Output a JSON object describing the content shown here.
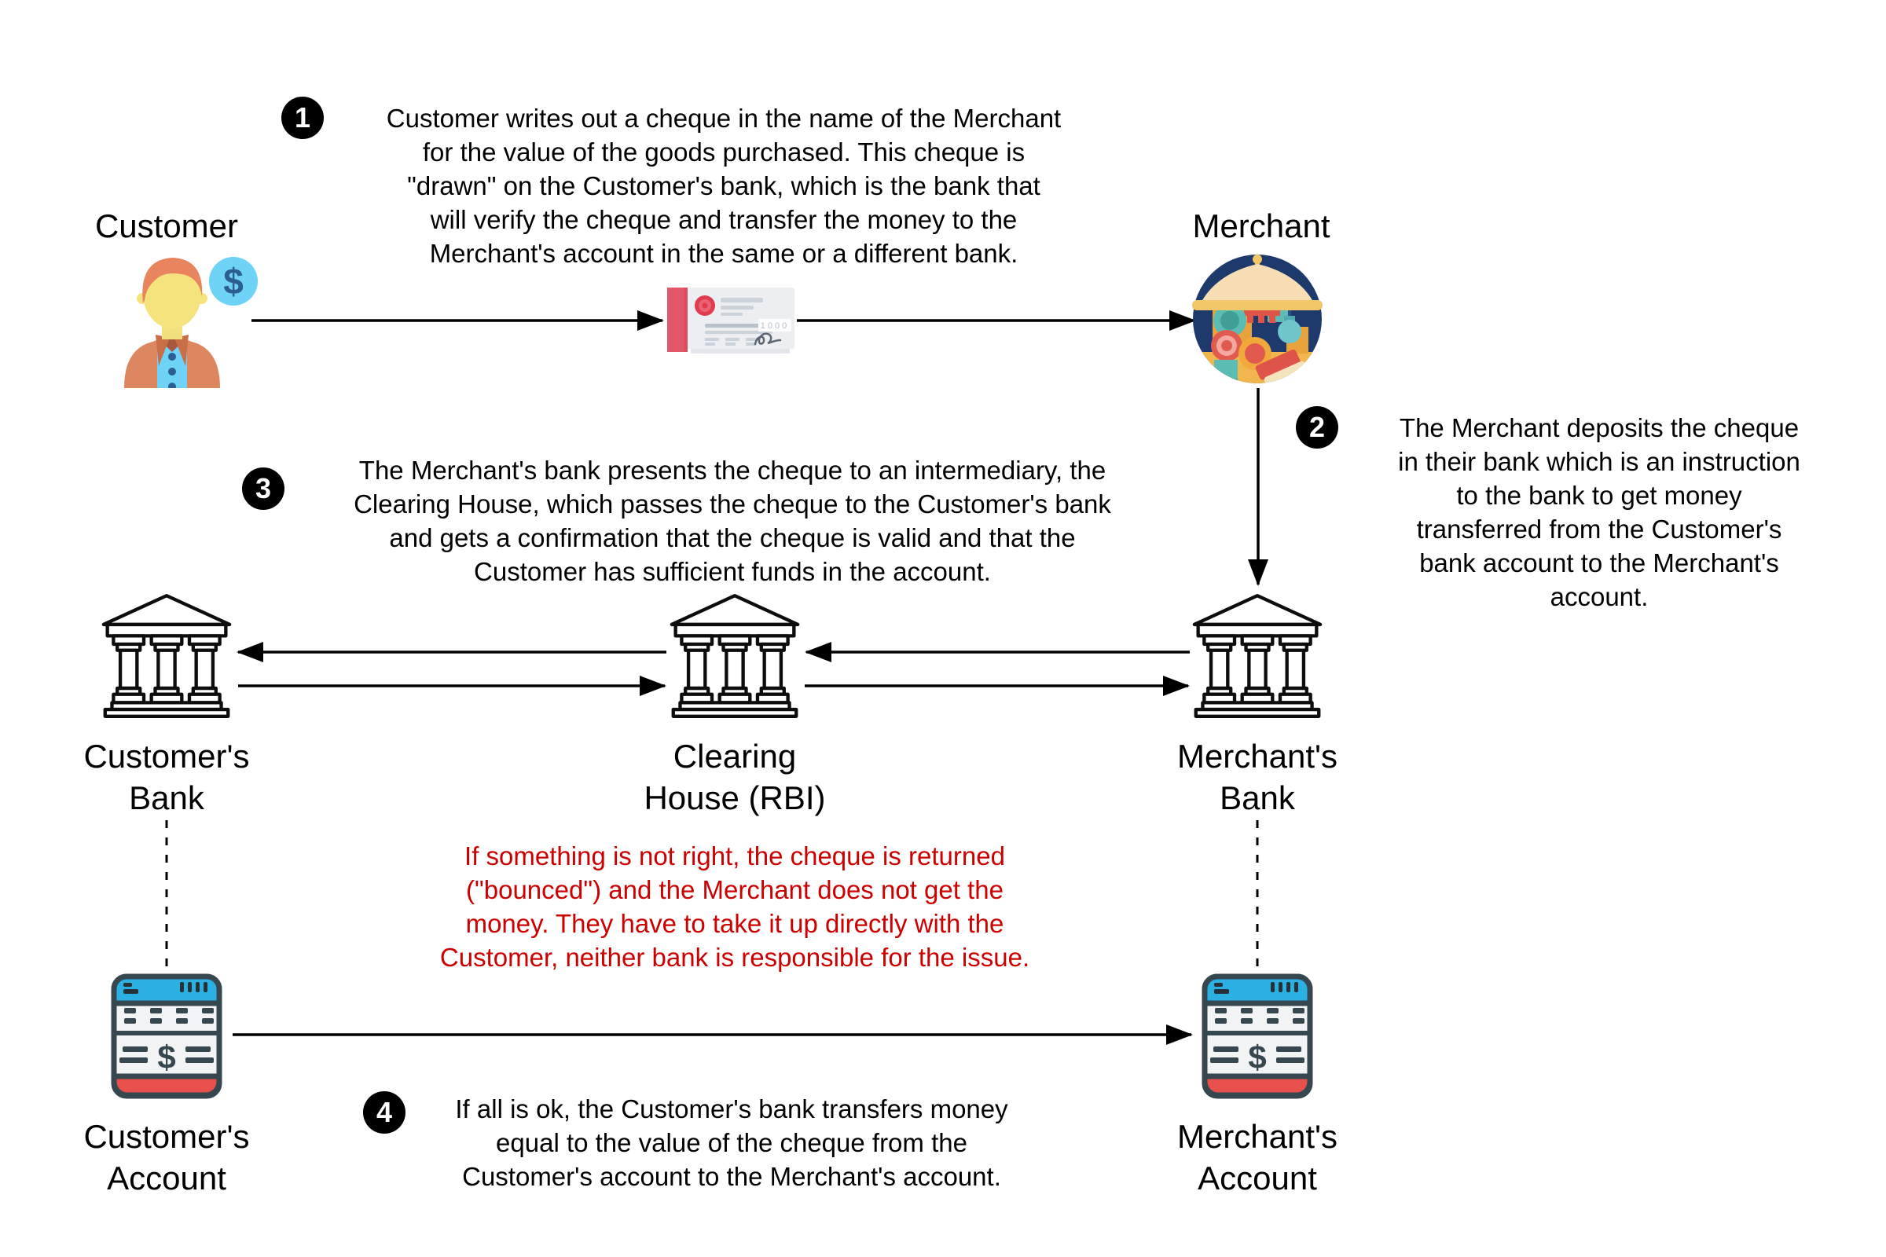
{
  "diagram": {
    "steps": [
      {
        "number": "1",
        "text": "Customer writes out a cheque in the name of the Merchant\nfor the value of the goods purchased. This cheque is\n\"drawn\" on the Customer's bank, which is the bank that\nwill verify the cheque and transfer the money to the\nMerchant's account in the same or a different bank."
      },
      {
        "number": "2",
        "text": "The Merchant deposits the cheque\nin their bank which is an instruction\nto the bank to get money\ntransferred from the Customer's\nbank account to the Merchant's\naccount."
      },
      {
        "number": "3",
        "text": "The Merchant's bank presents the cheque to an intermediary, the\nClearing House, which passes the cheque to the Customer's bank\nand gets a confirmation that the cheque is valid and that the\nCustomer has sufficient funds in the account."
      },
      {
        "number": "4",
        "text": "If all is ok, the Customer's bank transfers money\nequal to the value of the cheque from the\nCustomer's account to the Merchant's account."
      }
    ],
    "warning": {
      "text": "If something is not right, the cheque is returned\n(\"bounced\") and the Merchant does not get the\nmoney. They have to take it up directly with the\nCustomer, neither bank is responsible for the issue.",
      "color": "#CC0000"
    },
    "nodes": {
      "customer": "Customer",
      "merchant": "Merchant",
      "customers_bank": "Customer's\nBank",
      "clearing_house": "Clearing\nHouse (RBI)",
      "merchants_bank": "Merchant's\nBank",
      "customers_account": "Customer's\nAccount",
      "merchants_account": "Merchant's\nAccount"
    },
    "cheque": {
      "amount": "1000"
    },
    "icons": {
      "dollar": "$"
    },
    "colors": {
      "badge": "#000000",
      "warning": "#CC0000",
      "arrow": "#000000",
      "merchant_circle": "#1e3a6c",
      "account_blue": "#2bb0e4",
      "account_red": "#e8504b",
      "cheque_red": "#e35868"
    }
  }
}
